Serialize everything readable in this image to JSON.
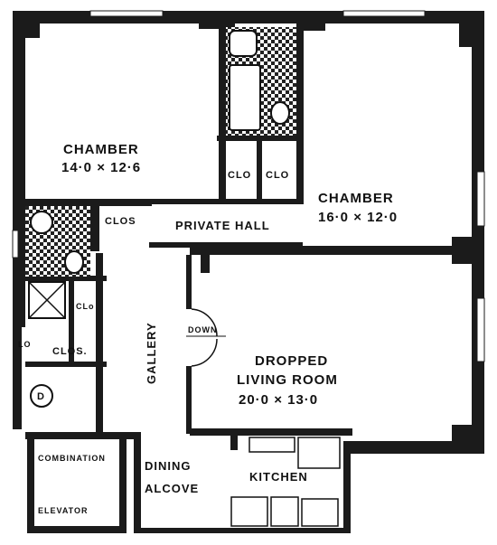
{
  "rooms": {
    "chamber_left": {
      "name": "CHAMBER",
      "dims": "14·0 × 12·6"
    },
    "chamber_right": {
      "name": "CHAMBER",
      "dims": "16·0 × 12·0"
    },
    "private_hall": {
      "name": "PRIVATE HALL"
    },
    "gallery": {
      "name": "GALLERY"
    },
    "living": {
      "name1": "DROPPED",
      "name2": "LIVING ROOM",
      "dims": "20·0 × 13·0"
    },
    "dining": {
      "name1": "DINING",
      "name2": "ALCOVE"
    },
    "kitchen": {
      "name": "KITCHEN"
    },
    "elevator": {
      "name1": "COMBINATION",
      "name2": "ELEVATOR"
    }
  },
  "closets": {
    "clo_left": "CLO",
    "clo_right": "CLO",
    "clos_bath": "CLOS",
    "clo_small": "CLo",
    "lo": "LO",
    "clos_lower": "CLOS."
  },
  "markers": {
    "down": "DOWN",
    "d_label": "D"
  },
  "colors": {
    "wall": "#1b1b1b",
    "tile": "#2a2a2a",
    "paper": "#ffffff"
  }
}
